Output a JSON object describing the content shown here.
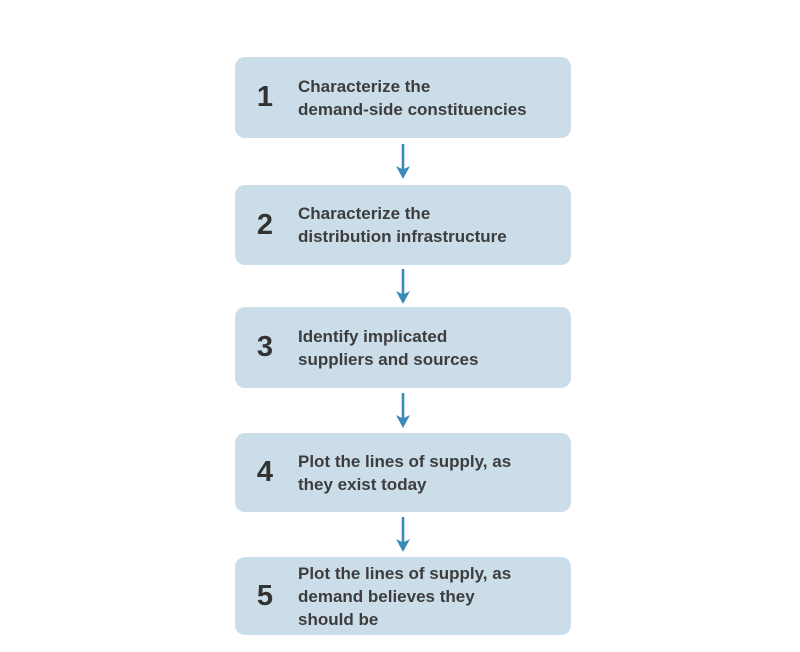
{
  "diagram": {
    "type": "flowchart-vertical-steps",
    "steps": [
      {
        "number": "1",
        "label": "Characterize the\ndemand-side constituencies"
      },
      {
        "number": "2",
        "label": "Characterize the\ndistribution infrastructure"
      },
      {
        "number": "3",
        "label": "Identify implicated\nsuppliers and sources"
      },
      {
        "number": "4",
        "label": "Plot the lines of supply, as\nthey exist today"
      },
      {
        "number": "5",
        "label": "Plot the lines of supply, as\ndemand believes they\nshould be"
      }
    ]
  },
  "colors": {
    "box_fill": "#cbdde9",
    "arrow_blue": "#3c89b9",
    "step_text": "#3d3d3d",
    "step_number": "#333333",
    "background": "#ffffff"
  }
}
